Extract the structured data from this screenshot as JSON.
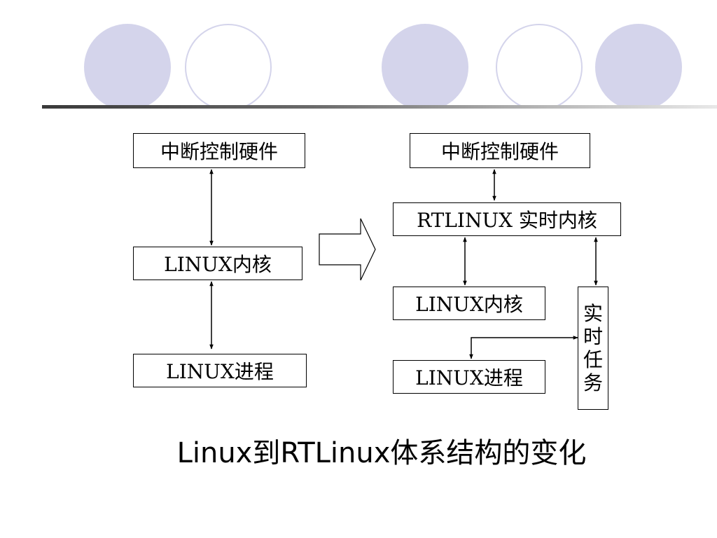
{
  "theme": {
    "accent_fill": "#d4d4eb",
    "line_color": "#000000"
  },
  "left_diagram": {
    "interrupt_hw": "中断控制硬件",
    "linux_kernel": "LINUX内核",
    "linux_process": "LINUX进程"
  },
  "right_diagram": {
    "interrupt_hw": "中断控制硬件",
    "rtlinux_kernel": "RTLINUX 实时内核",
    "linux_kernel": "LINUX内核",
    "linux_process": "LINUX进程",
    "realtime_task": [
      "实",
      "时",
      "任",
      "务"
    ]
  },
  "caption": "Linux到RTLinux体系结构的变化"
}
